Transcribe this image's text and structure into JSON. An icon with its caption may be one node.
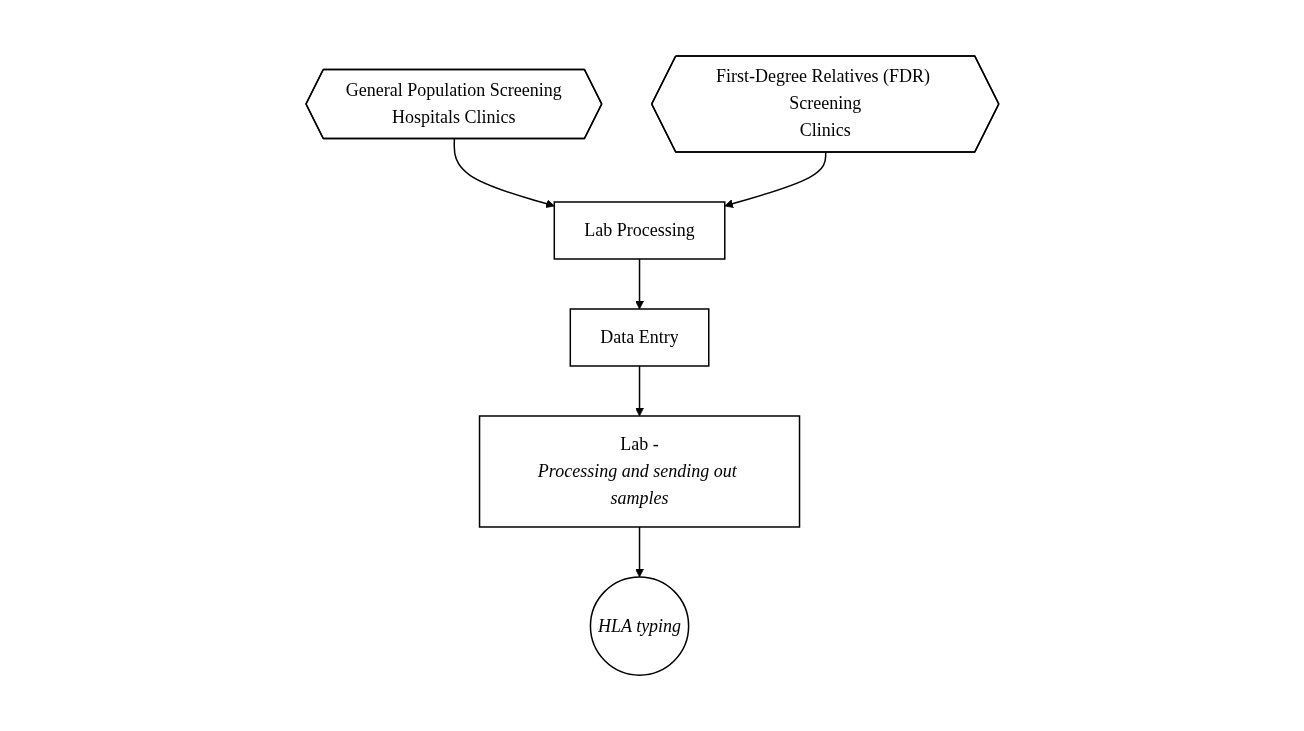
{
  "diagram": {
    "nodes": [
      {
        "text": [
          "General Population Screening",
          "Hospitals Clinics"
        ]
      },
      {
        "text": [
          "First-Degree Relatives (FDR) Screening",
          "Clinics"
        ]
      },
      {
        "text": [
          "Lab Processing"
        ]
      },
      {
        "text": [
          "Data Entry"
        ]
      },
      {
        "text": [
          "Lab -",
          "Processing and sending out samples"
        ]
      },
      {
        "text": [
          "HLA typing"
        ]
      }
    ],
    "edges": [
      {
        "from": 0,
        "to": 2,
        "arrow": "to"
      },
      {
        "from": 1,
        "to": 2,
        "arrow": "to"
      },
      {
        "from": 2,
        "to": 3,
        "arrow": "to"
      },
      {
        "from": 3,
        "to": 4,
        "arrow": "to"
      },
      {
        "from": 4,
        "to": 5,
        "arrow": "to"
      }
    ]
  }
}
